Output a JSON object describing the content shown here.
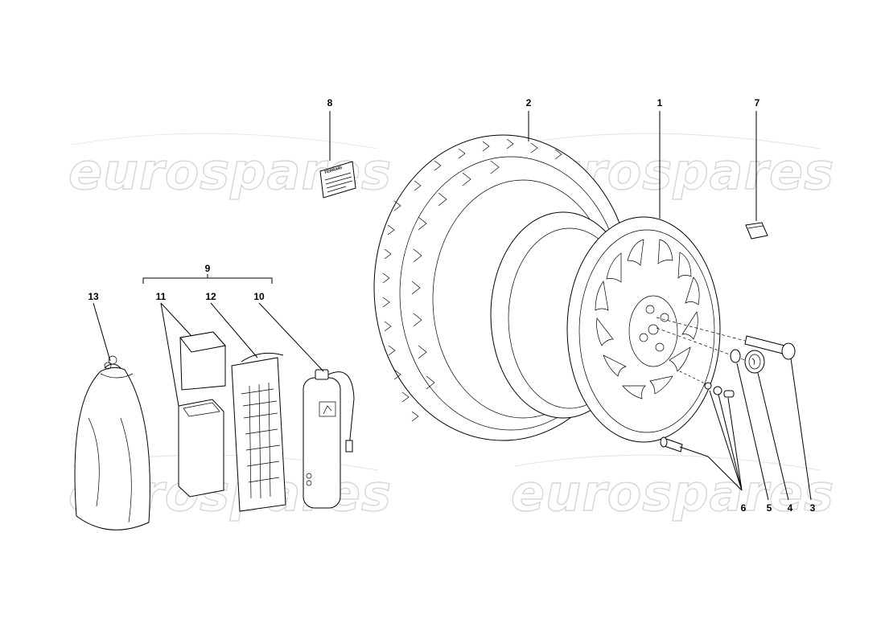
{
  "watermark": {
    "text": "eurospares",
    "color": "#d6d6d6"
  },
  "callouts": {
    "p1": "1",
    "p2": "2",
    "p3": "3",
    "p4": "4",
    "p5": "5",
    "p6": "6",
    "p7": "7",
    "p8": "8",
    "p9": "9",
    "p10": "10",
    "p11": "11",
    "p12": "12",
    "p13": "13"
  },
  "label_sticker": {
    "logo_text": "FERRARI"
  },
  "colors": {
    "line": "#000000",
    "background": "#ffffff"
  }
}
